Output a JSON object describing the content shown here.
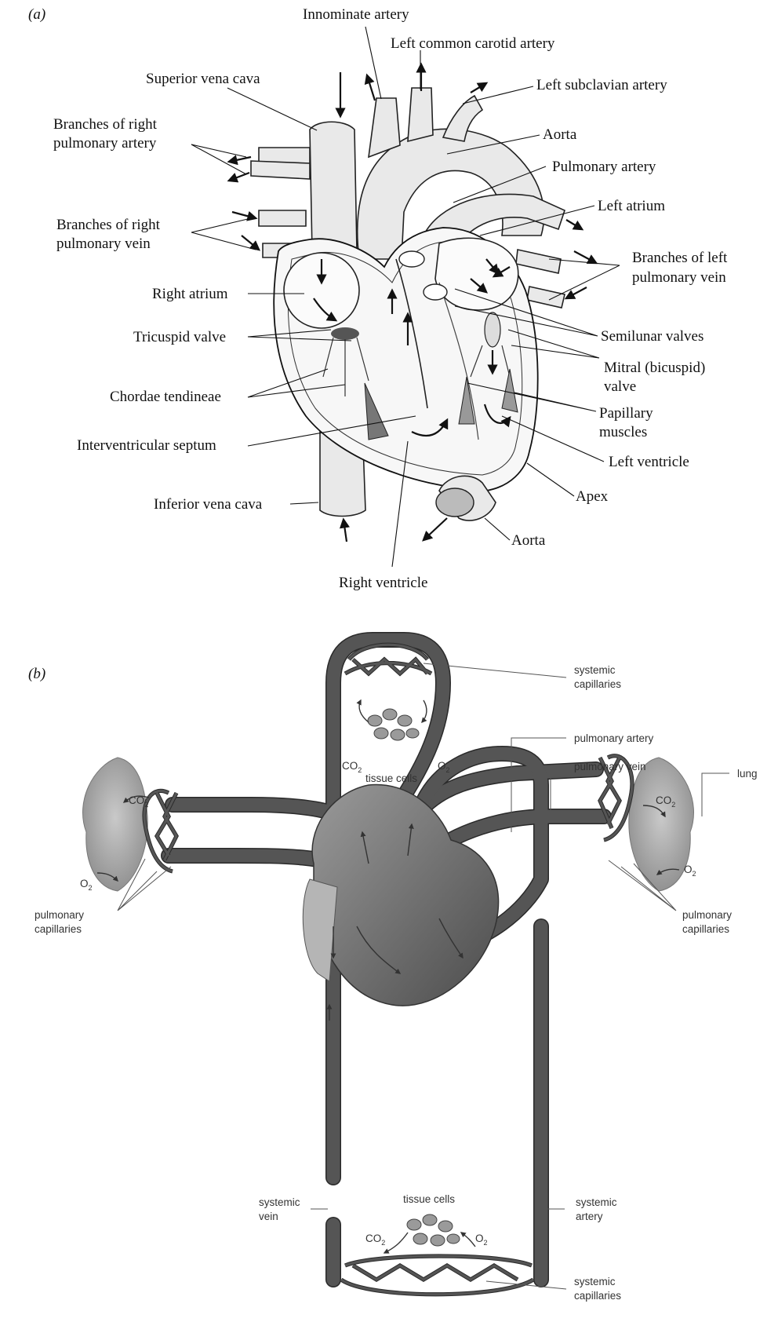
{
  "panel_a": {
    "panel_label": "(a)",
    "labels": {
      "innominate_artery": "Innominate artery",
      "left_common_carotid": "Left common carotid artery",
      "superior_vena_cava": "Superior vena cava",
      "left_subclavian": "Left subclavian artery",
      "branches_right_pulm_artery_1": "Branches of right",
      "branches_right_pulm_artery_2": "pulmonary artery",
      "aorta_top": "Aorta",
      "pulmonary_artery": "Pulmonary artery",
      "left_atrium": "Left atrium",
      "branches_right_pulm_vein_1": "Branches of right",
      "branches_right_pulm_vein_2": "pulmonary vein",
      "branches_left_pulm_vein_1": "Branches of left",
      "branches_left_pulm_vein_2": "pulmonary vein",
      "right_atrium": "Right atrium",
      "tricuspid_valve": "Tricuspid valve",
      "semilunar_valves": "Semilunar valves",
      "mitral_valve_1": "Mitral (bicuspid)",
      "mitral_valve_2": "valve",
      "chordae_tendineae": "Chordae tendineae",
      "papillary_muscles_1": "Papillary",
      "papillary_muscles_2": "muscles",
      "interventricular_septum": "Interventricular septum",
      "left_ventricle": "Left ventricle",
      "apex": "Apex",
      "inferior_vena_cava": "Inferior vena cava",
      "aorta_bottom": "Aorta",
      "right_ventricle": "Right ventricle"
    }
  },
  "panel_b": {
    "panel_label": "(b)",
    "labels": {
      "systemic_capillaries_top_1": "systemic",
      "systemic_capillaries_top_2": "capillaries",
      "pulmonary_artery": "pulmonary artery",
      "pulmonary_vein": "pulmonary vein",
      "lung": "lung",
      "co2_top": "CO",
      "o2_top": "O",
      "tissue_cells_top": "tissue cells",
      "co2_left": "CO",
      "o2_left": "O",
      "co2_right": "CO",
      "o2_right": "O",
      "pulmonary_capillaries_left_1": "pulmonary",
      "pulmonary_capillaries_left_2": "capillaries",
      "pulmonary_capillaries_right_1": "pulmonary",
      "pulmonary_capillaries_right_2": "capillaries",
      "tissue_cells_bottom": "tissue cells",
      "co2_bottom": "CO",
      "o2_bottom": "O",
      "systemic_vein_1": "systemic",
      "systemic_vein_2": "vein",
      "systemic_artery_1": "systemic",
      "systemic_artery_2": "artery",
      "systemic_capillaries_bottom_1": "systemic",
      "systemic_capillaries_bottom_2": "capillaries",
      "subscript_2": "2"
    }
  }
}
